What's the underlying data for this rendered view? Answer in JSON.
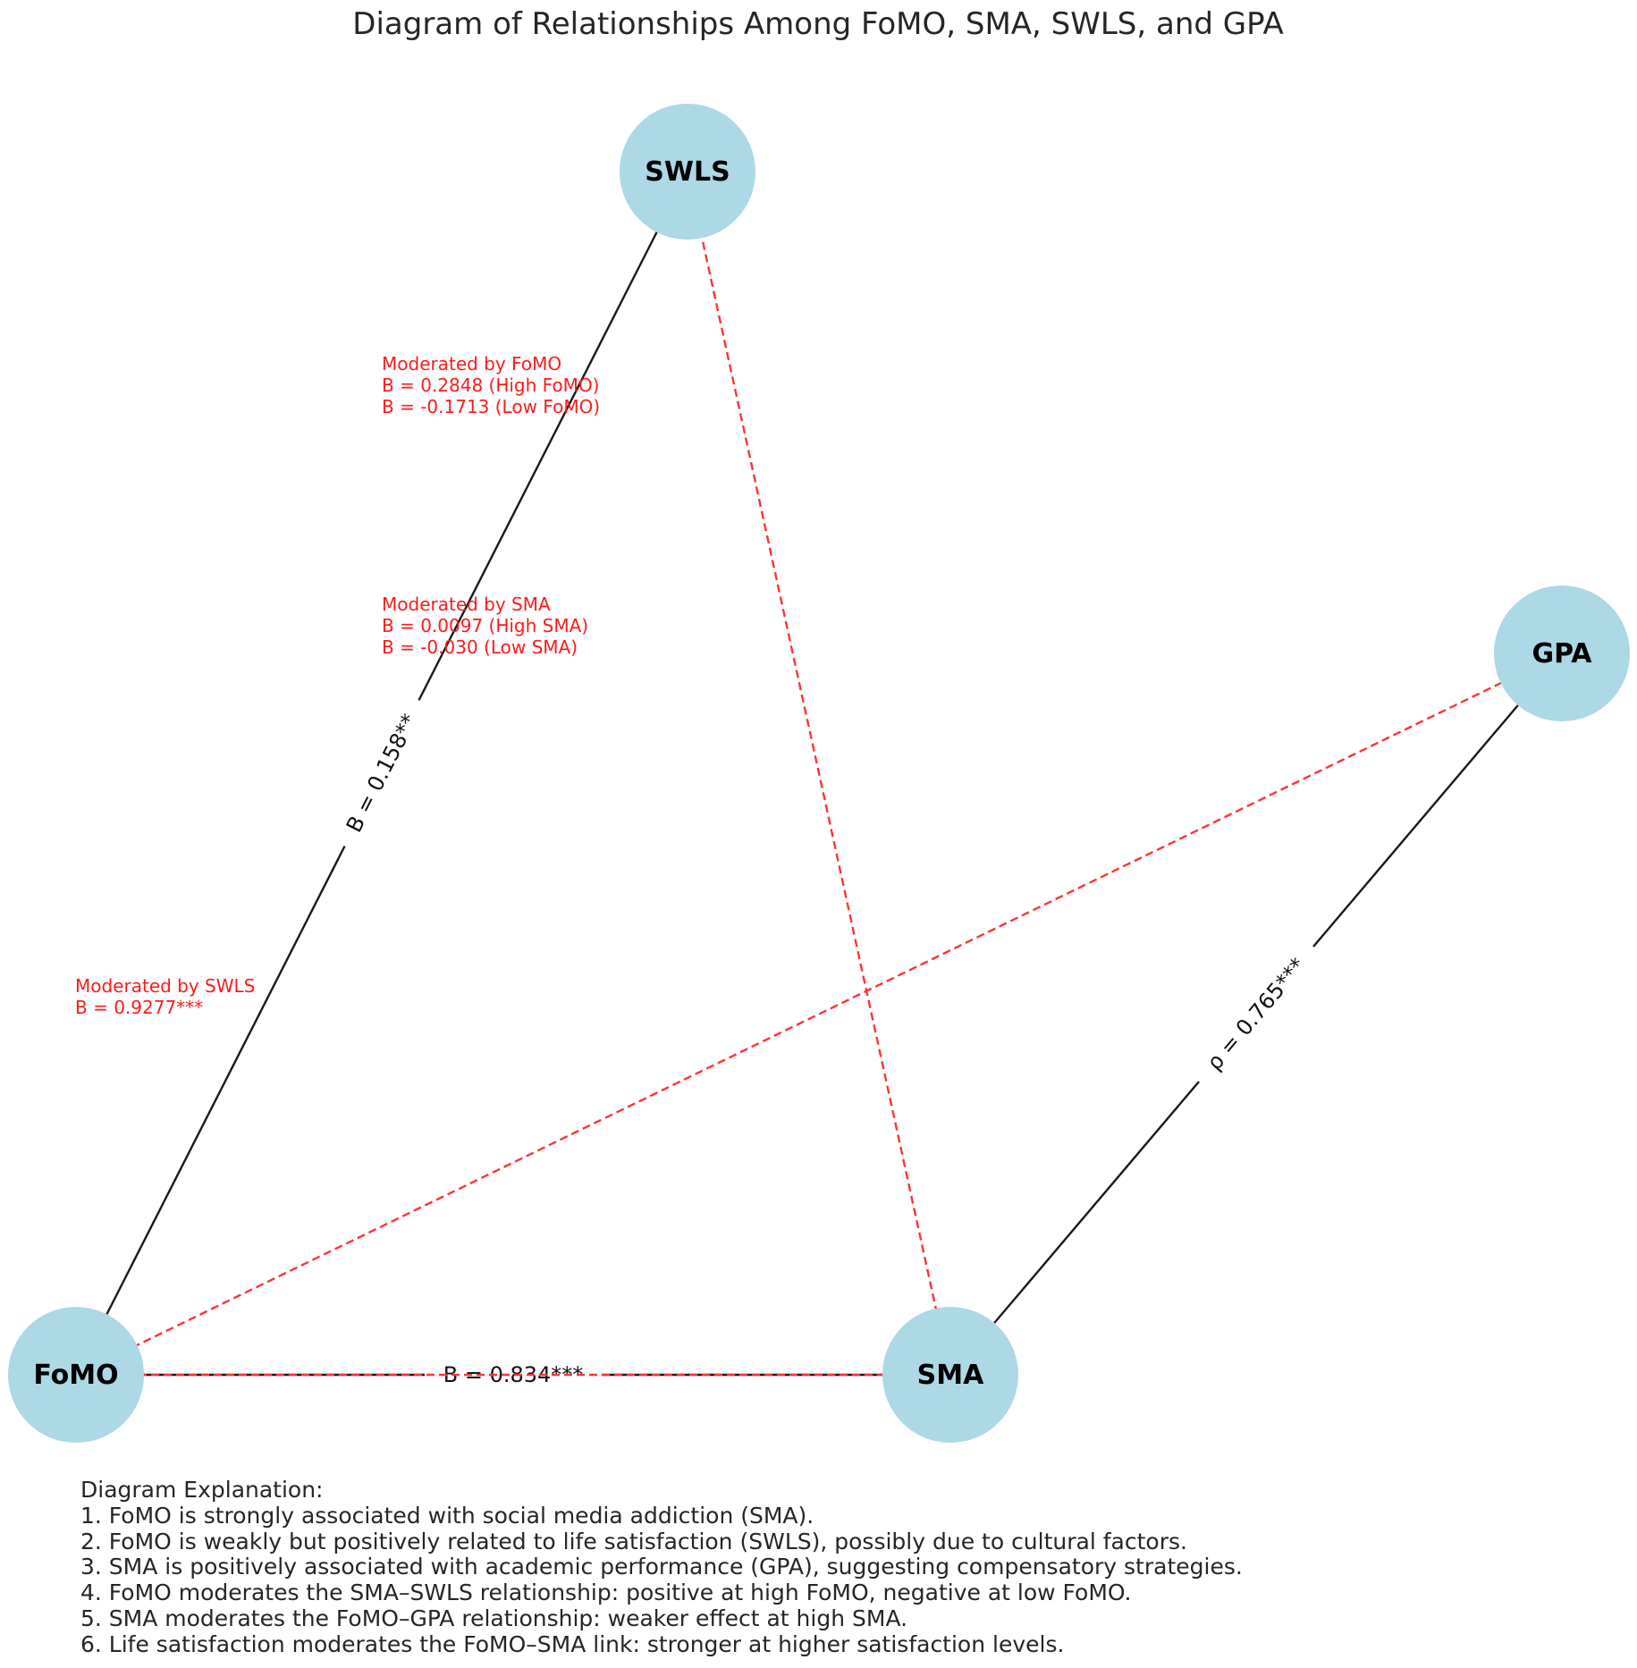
{
  "title": "Diagram of Relationships Among FoMO, SMA, SWLS, and GPA",
  "colors": {
    "node_fill": "#add8e6",
    "solid_edge": "#1a1a1a",
    "dashed_edge": "#ff3333",
    "annotation": "#ff1a1a"
  },
  "nodes": [
    {
      "id": "SWLS",
      "label": "SWLS"
    },
    {
      "id": "GPA",
      "label": "GPA"
    },
    {
      "id": "FoMO",
      "label": "FoMO"
    },
    {
      "id": "SMA",
      "label": "SMA"
    }
  ],
  "edges": [
    {
      "from": "FoMO",
      "to": "SWLS",
      "style": "solid",
      "label": "B = 0.158**"
    },
    {
      "from": "FoMO",
      "to": "SMA",
      "style": "solid",
      "label": "B = 0.834***"
    },
    {
      "from": "SMA",
      "to": "GPA",
      "style": "solid",
      "label": "ρ = 0.765***"
    },
    {
      "from": "SMA",
      "to": "SWLS",
      "style": "dashed-arrow",
      "label": ""
    },
    {
      "from": "FoMO",
      "to": "GPA",
      "style": "dashed-arrow",
      "label": ""
    },
    {
      "from": "FoMO",
      "to": "SMA",
      "style": "dashed-arrow",
      "label": ""
    }
  ],
  "annotations": [
    {
      "id": "mod-fomo",
      "lines": [
        "Moderated by FoMO",
        "B = 0.2848 (High FoMO)",
        "B = -0.1713 (Low FoMO)"
      ]
    },
    {
      "id": "mod-sma",
      "lines": [
        "Moderated by SMA",
        "B = 0.0097 (High SMA)",
        "B = -0.030 (Low SMA)"
      ]
    },
    {
      "id": "mod-swls",
      "lines": [
        "Moderated by SWLS",
        "B = 0.9277***"
      ]
    }
  ],
  "explanation": [
    "Diagram Explanation:",
    "1. FoMO is strongly associated with social media addiction (SMA).",
    "2. FoMO is weakly but positively related to life satisfaction (SWLS), possibly due to cultural factors.",
    "3. SMA is positively associated with academic performance (GPA), suggesting compensatory strategies.",
    "4. FoMO moderates the SMA–SWLS relationship: positive at high FoMO, negative at low FoMO.",
    "5. SMA moderates the FoMO–GPA relationship: weaker effect at high SMA.",
    "6. Life satisfaction moderates the FoMO–SMA link: stronger at higher satisfaction levels."
  ]
}
